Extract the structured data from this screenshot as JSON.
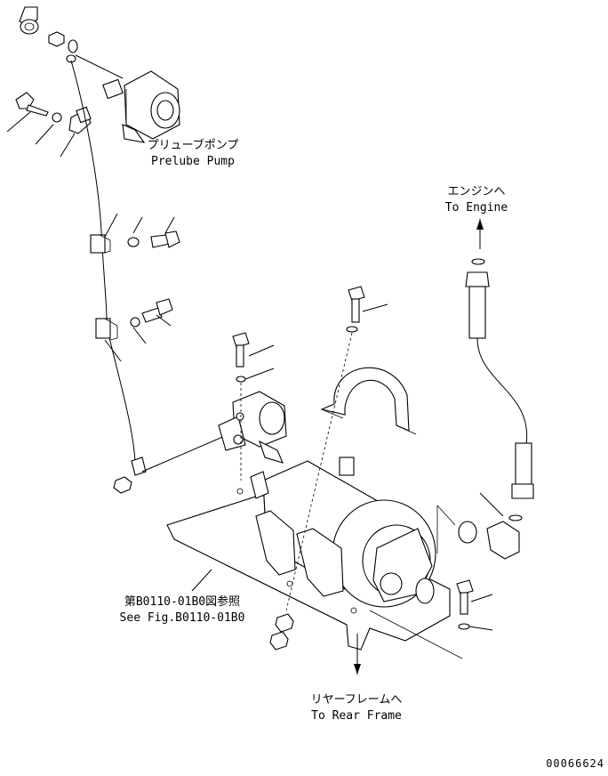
{
  "labels": {
    "prelube_pump_jp": "プリューブポンプ",
    "prelube_pump_en": "Prelube Pump",
    "to_engine_jp": "エンジンへ",
    "to_engine_en": "To Engine",
    "see_fig_jp": "第B0110-01B0図参照",
    "see_fig_en": "See Fig.B0110-01B0",
    "to_rear_frame_jp": "リヤーフレームへ",
    "to_rear_frame_en": "To Rear Frame",
    "drawing_number": "00066624"
  }
}
